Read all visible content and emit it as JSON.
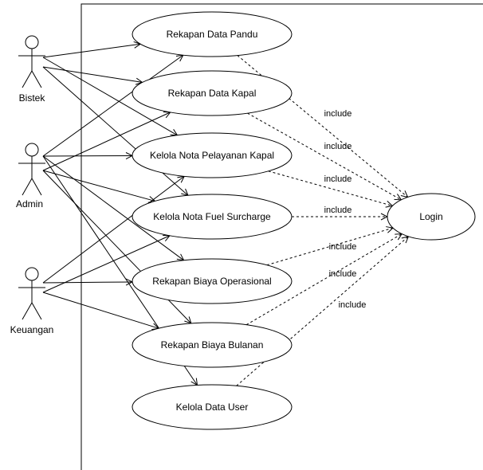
{
  "actors": [
    {
      "id": "bistek",
      "label": "Bistek"
    },
    {
      "id": "admin",
      "label": "Admin"
    },
    {
      "id": "keuangan",
      "label": "Keuangan"
    }
  ],
  "use_cases": [
    {
      "id": "rekapan-data-pandu",
      "label": "Rekapan Data Pandu"
    },
    {
      "id": "rekapan-data-kapal",
      "label": "Rekapan Data Kapal"
    },
    {
      "id": "kelola-nota-pelayanan-kapal",
      "label": "Kelola Nota Pelayanan Kapal"
    },
    {
      "id": "kelola-nota-fuel-surcharge",
      "label": "Kelola Nota Fuel Surcharge"
    },
    {
      "id": "rekapan-biaya-operasional",
      "label": "Rekapan Biaya Operasional"
    },
    {
      "id": "rekapan-biaya-bulanan",
      "label": "Rekapan Biaya Bulanan"
    },
    {
      "id": "kelola-data-user",
      "label": "Kelola Data User"
    }
  ],
  "external_use_case": {
    "id": "login",
    "label": "Login"
  },
  "include_label": "include",
  "associations": {
    "bistek": [
      "rekapan-data-pandu",
      "rekapan-data-kapal",
      "kelola-nota-pelayanan-kapal",
      "kelola-nota-fuel-surcharge"
    ],
    "admin": [
      "rekapan-data-pandu",
      "rekapan-data-kapal",
      "kelola-nota-pelayanan-kapal",
      "kelola-nota-fuel-surcharge",
      "rekapan-biaya-operasional",
      "rekapan-biaya-bulanan",
      "kelola-data-user"
    ],
    "keuangan": [
      "kelola-nota-pelayanan-kapal",
      "kelola-nota-fuel-surcharge",
      "rekapan-biaya-operasional",
      "rekapan-biaya-bulanan"
    ]
  },
  "colors": {
    "stroke": "#000000",
    "background": "#ffffff",
    "text": "#000000"
  }
}
